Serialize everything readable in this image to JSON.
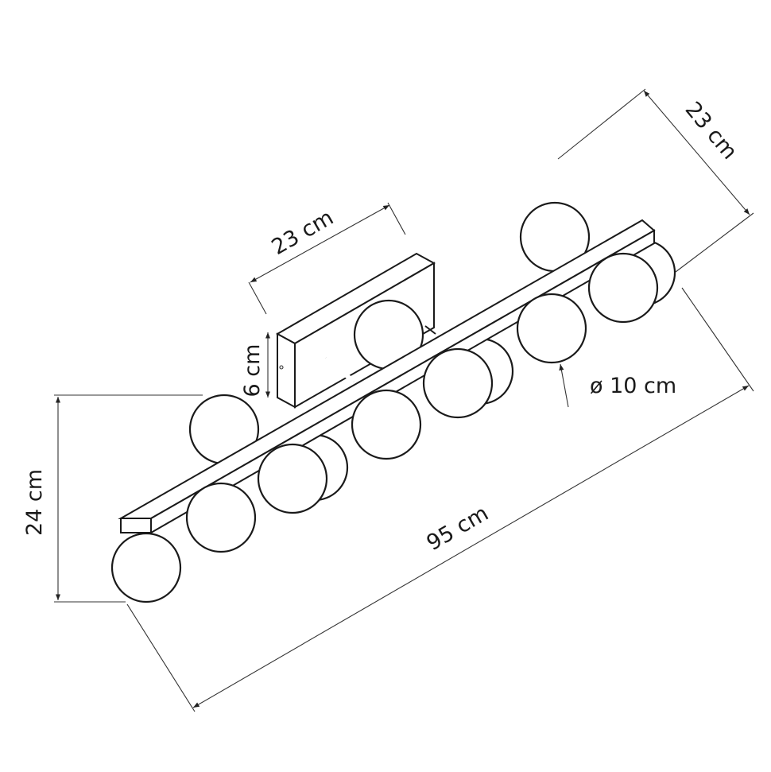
{
  "diagram": {
    "subject": "fixture-drawing",
    "dimensions": {
      "plate_width": "23 cm",
      "depth": "23 cm",
      "plate_height": "6 cm",
      "height": "24 cm",
      "length": "95 cm",
      "globe_diameter": "ø 10 cm"
    },
    "colors": {
      "line": "#1a1a1a",
      "background": "#ffffff"
    }
  }
}
